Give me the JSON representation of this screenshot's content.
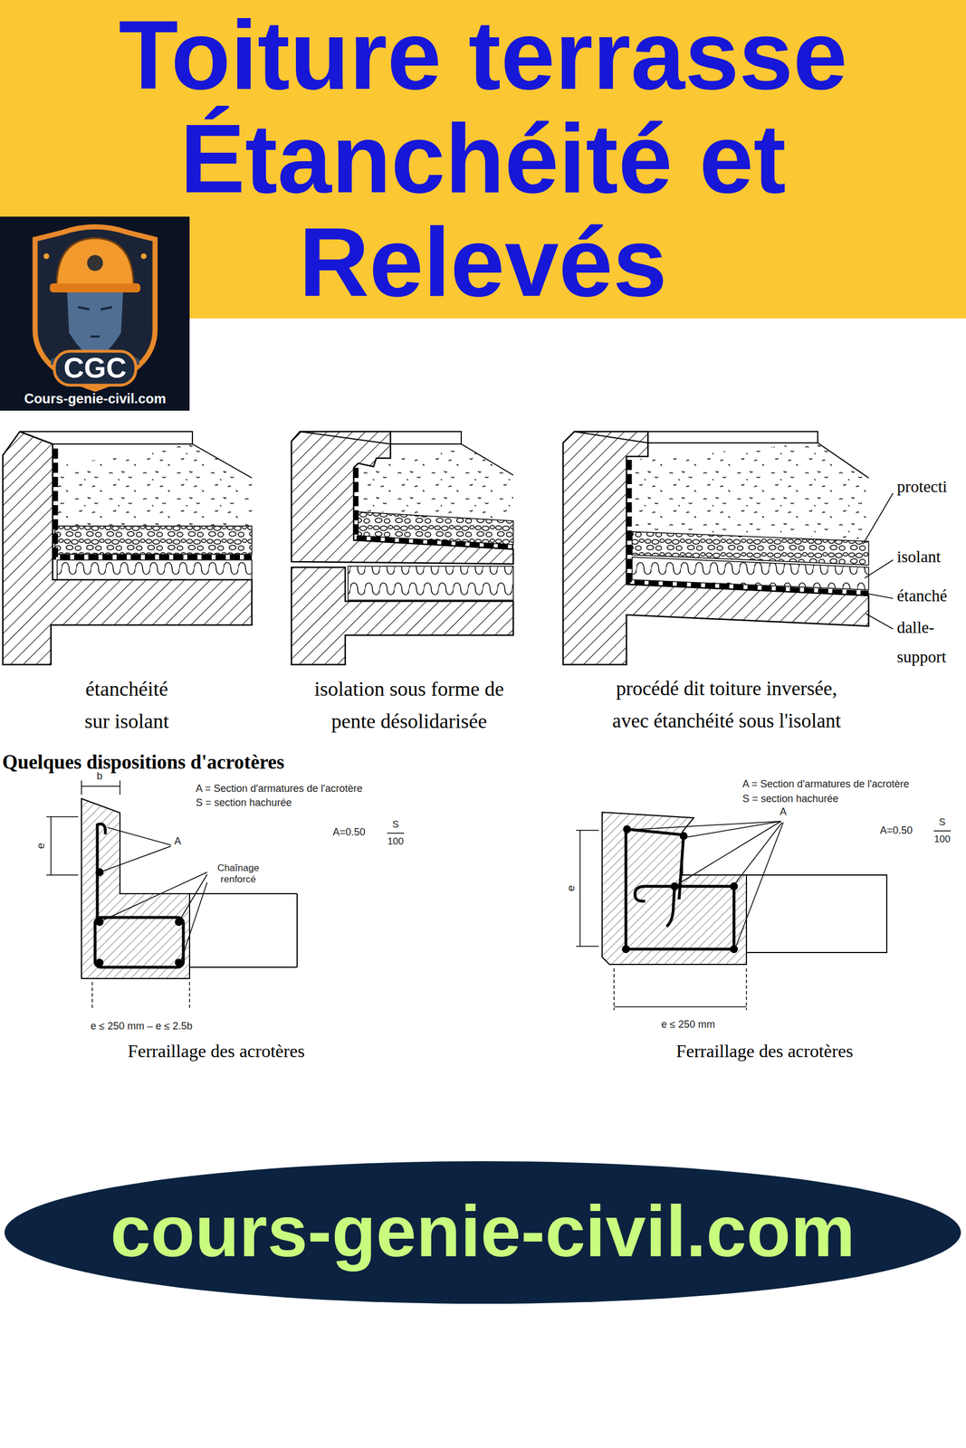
{
  "diagram": {
    "title": "Toiture terrasse Étanchéité et Relevés",
    "nodes": [
      {
        "text": [
          "CGC",
          "Cours-genie-civil.com"
        ]
      },
      {
        "text": [
          "cours-genie-civil.com"
        ]
      }
    ],
    "labels": [
      "protecti",
      "isolant",
      "étanché",
      "dalle- support",
      "étanchéité sur isolant",
      "isolation sous forme de pente désolidarisée",
      "procédé dit toiture inversée, avec étanchéité sous l'isolant",
      "Quelques dispositions d'acrotères",
      "b",
      "e",
      "A = Section d'armatures de l'acrotère",
      "S = section hachurée",
      "A",
      "Chaînage renforcé",
      "A=0.50",
      "S",
      "100",
      "e ≤ 250 mm – e ≤ 2.5b",
      "Ferraillage des acrotères",
      "A = Section d'armatures de l'acrotère",
      "S = section hachurée",
      "A",
      "e",
      "A=0.50",
      "S",
      "100",
      "e ≤ 250 mm",
      "Ferraillage des acrotères"
    ]
  }
}
